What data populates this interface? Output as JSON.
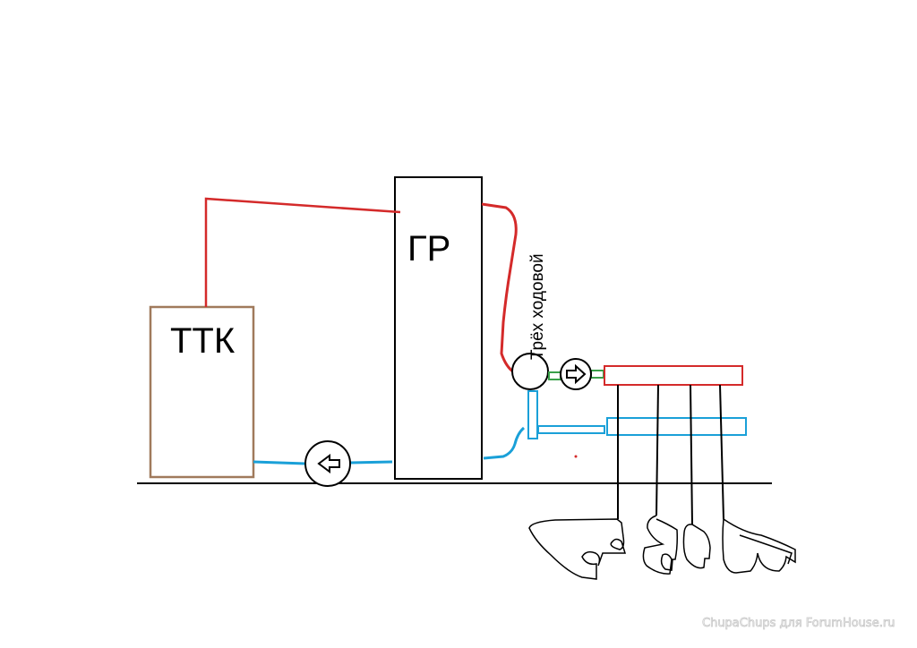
{
  "labels": {
    "boiler": "ТТК",
    "accumulator": "ГР",
    "valve": "Трёх ходовой"
  },
  "watermark": "ChupaChups для ForumHouse.ru",
  "colors": {
    "supply": "#d42a2a",
    "return": "#1aa0d8",
    "boiler_outline": "#a07a5c",
    "connector": "#3aa04a",
    "line": "#000000"
  }
}
